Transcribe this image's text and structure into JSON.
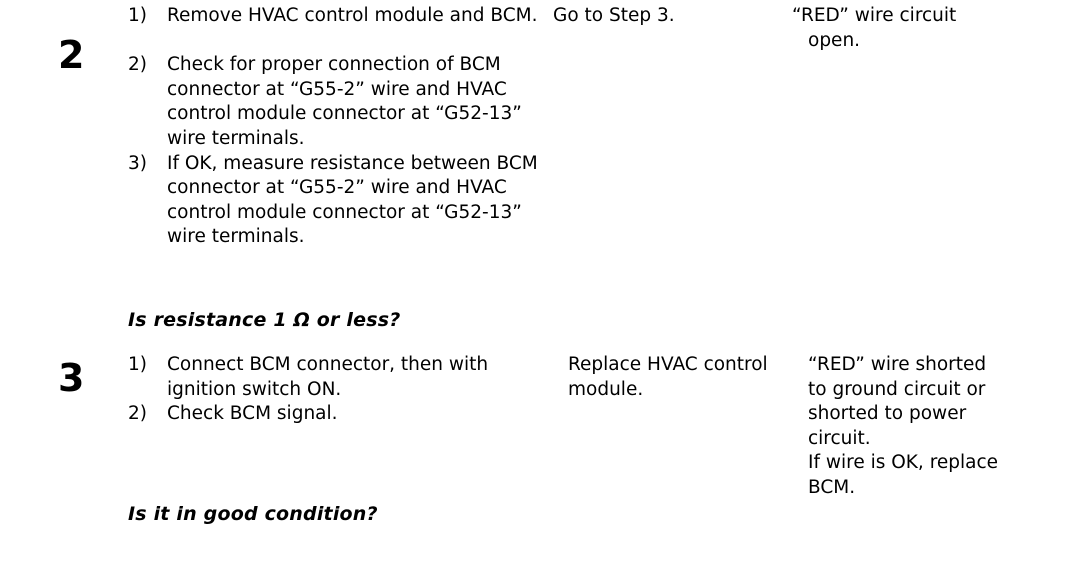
{
  "document": {
    "type": "troubleshooting-table",
    "background_color": "#ffffff",
    "text_color": "#000000"
  },
  "steps": [
    {
      "number": "2",
      "actions": [
        {
          "marker": "1)",
          "text": "Remove HVAC control module and BCM."
        },
        {
          "marker": "2)",
          "text": "Check for proper connection of BCM connector at “G55-2” wire and HVAC control module connector at “G52-13” wire terminals."
        },
        {
          "marker": "3)",
          "text": "If OK, measure resistance between BCM connector at “G55-2” wire and HVAC control module connector at “G52-13” wire terminals."
        }
      ],
      "question": "Is resistance 1 Ω or less?",
      "result_lines": [
        "Go to Step 3."
      ],
      "cause_lines": [
        {
          "text": "“RED” wire circuit",
          "indent": false
        },
        {
          "text": "open.",
          "indent": true
        }
      ]
    },
    {
      "number": "3",
      "actions": [
        {
          "marker": "1)",
          "text": "Connect BCM connector, then with ignition switch ON."
        },
        {
          "marker": "2)",
          "text": "Check BCM signal."
        }
      ],
      "question": "Is it in good condition?",
      "result_lines": [
        "Replace HVAC control module."
      ],
      "cause_lines": [
        {
          "text": "“RED” wire shorted",
          "indent": false
        },
        {
          "text": "to ground circuit or",
          "indent": false
        },
        {
          "text": "shorted to power",
          "indent": false
        },
        {
          "text": "circuit.",
          "indent": false
        },
        {
          "text": "If wire is OK, replace",
          "indent": false
        },
        {
          "text": "BCM.",
          "indent": false
        }
      ]
    }
  ]
}
